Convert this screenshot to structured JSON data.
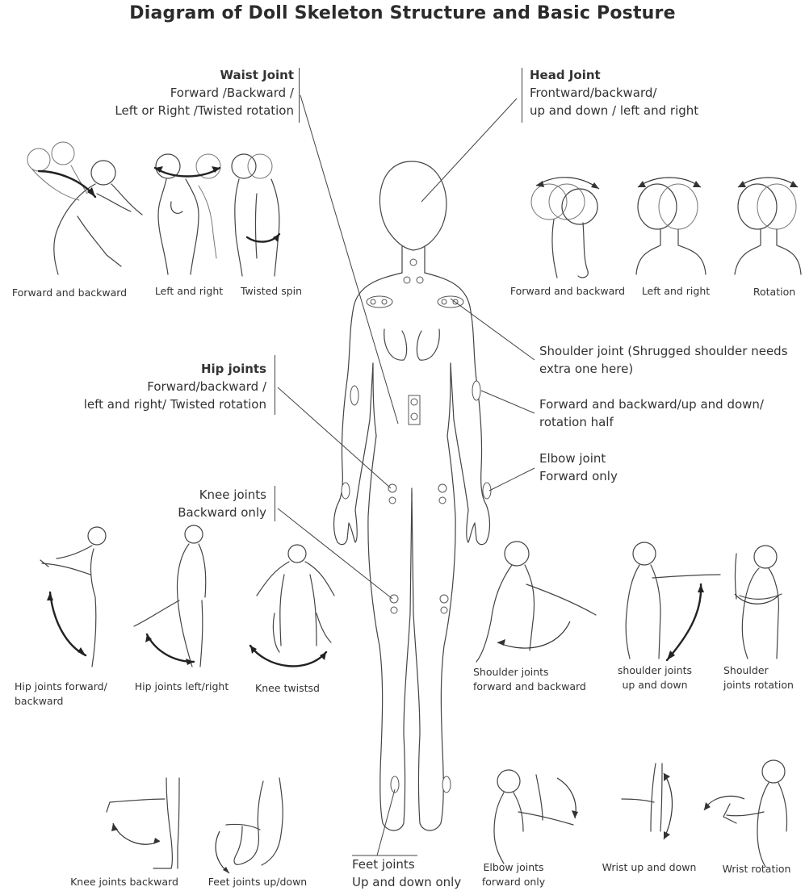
{
  "title": "Diagram of Doll Skeleton Structure and Basic Posture",
  "labels": {
    "waist": {
      "heading": "Waist Joint",
      "line1": "Forward /Backward /",
      "line2": "Left or Right /Twisted rotation"
    },
    "head": {
      "heading": "Head Joint",
      "line1": "Frontward/backward/",
      "line2": "up and down / left and right"
    },
    "hip": {
      "heading": "Hip joints",
      "line1": "Forward/backward /",
      "line2": "left and right/ Twisted rotation"
    },
    "shoulder": {
      "line1": "Shoulder joint (Shrugged shoulder needs",
      "line2": "extra one here)"
    },
    "upper_arm": {
      "line1": "Forward and backward/up and down/",
      "line2": "rotation half"
    },
    "elbow": {
      "line1": "Elbow joint",
      "line2": "Forward only"
    },
    "knee": {
      "line1": "Knee joints",
      "line2": "Backward only"
    },
    "feet": {
      "line1": "Feet joints",
      "line2": "Up and down only"
    }
  },
  "captions": {
    "waist_forward_backward": "Forward and backward",
    "waist_left_right": "Left and right",
    "waist_twisted": "Twisted spin",
    "head_forward_backward": "Forward and backward",
    "head_left_right": "Left and right",
    "head_rotation": "Rotation",
    "hip_forward_line1": "Hip joints forward/",
    "hip_forward_line2": "backward",
    "hip_left_right": "Hip joints left/right",
    "knee_twisted": "Knee twistsd",
    "shoulder_fb_line1": "Shoulder joints",
    "shoulder_fb_line2": "forward and backward",
    "shoulder_ud_line1": "shoulder joints",
    "shoulder_ud_line2": "up and down",
    "shoulder_rot_line1": "Shoulder",
    "shoulder_rot_line2": "joints rotation",
    "knee_backward": "Knee joints backward",
    "feet_up_down": "Feet joints up/down",
    "elbow_line1": "Elbow joints",
    "elbow_line2": "forward only",
    "wrist_up_down": "Wrist up and down",
    "wrist_rotation": "Wrist rotation"
  }
}
